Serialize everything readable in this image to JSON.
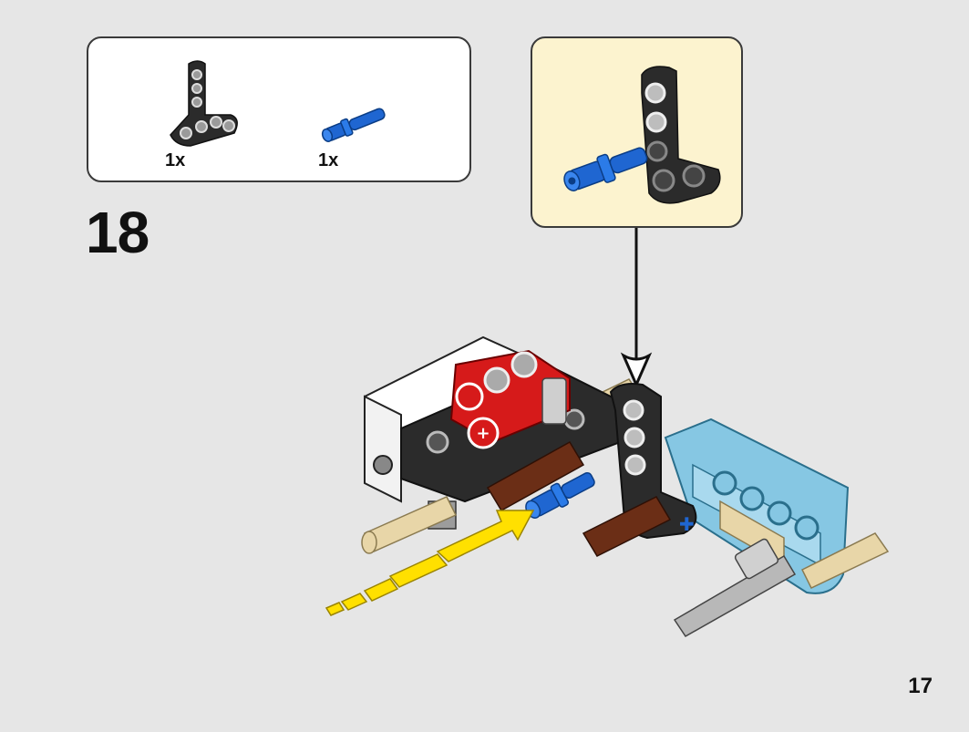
{
  "step": {
    "number": "18"
  },
  "page": {
    "number": "17"
  },
  "parts_list": {
    "items": [
      {
        "icon": "black-t-beam-icon",
        "quantity": "1x"
      },
      {
        "icon": "blue-pin-icon",
        "quantity": "1x"
      }
    ]
  },
  "colors": {
    "background": "#e6e6e6",
    "callout_fill": "#fcf3cf",
    "technic_black": "#2b2b2b",
    "technic_blue": "#1f66d1",
    "technic_red": "#d61a1a",
    "technic_light_blue": "#86c7e3",
    "technic_tan": "#e8d6a8",
    "technic_brown": "#6b2e16",
    "arrow_yellow": "#ffe000"
  }
}
